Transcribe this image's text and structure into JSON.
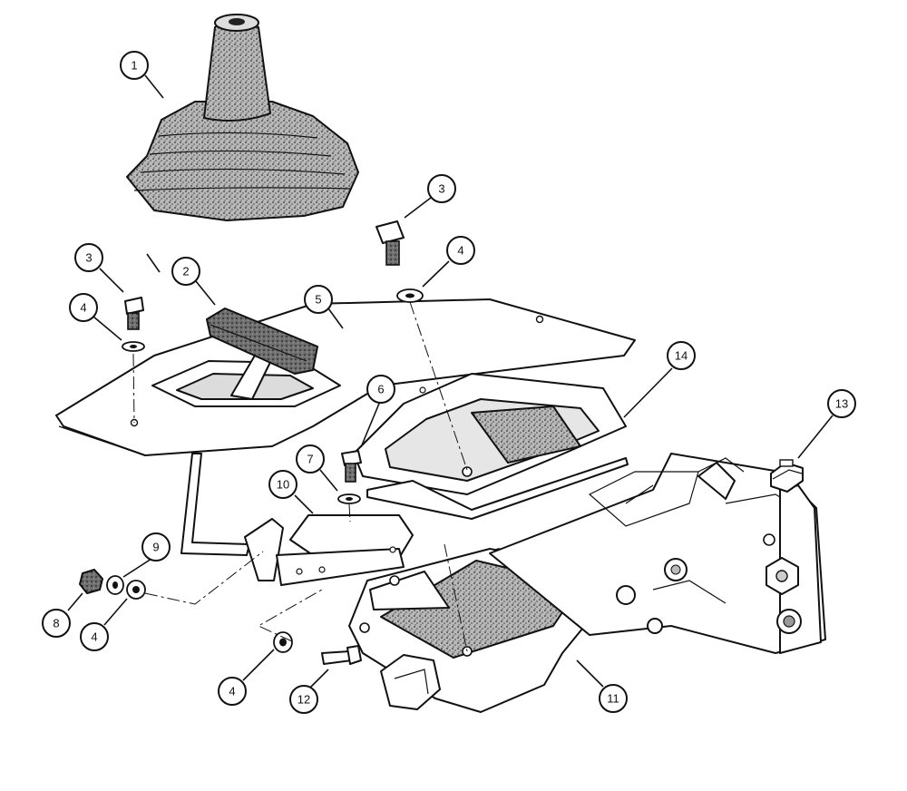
{
  "callouts": [
    {
      "id": "c1",
      "label": "1"
    },
    {
      "id": "c2",
      "label": "2"
    },
    {
      "id": "c3a",
      "label": "3"
    },
    {
      "id": "c3b",
      "label": "3"
    },
    {
      "id": "c4a",
      "label": "4"
    },
    {
      "id": "c4b",
      "label": "4"
    },
    {
      "id": "c4c",
      "label": "4"
    },
    {
      "id": "c4d",
      "label": "4"
    },
    {
      "id": "c5",
      "label": "5"
    },
    {
      "id": "c6",
      "label": "6"
    },
    {
      "id": "c7",
      "label": "7"
    },
    {
      "id": "c8",
      "label": "8"
    },
    {
      "id": "c9",
      "label": "9"
    },
    {
      "id": "c10",
      "label": "10"
    },
    {
      "id": "c11",
      "label": "11"
    },
    {
      "id": "c12",
      "label": "12"
    },
    {
      "id": "c13",
      "label": "13"
    },
    {
      "id": "c14",
      "label": "14"
    }
  ],
  "colors": {
    "ink": "#111111",
    "rubber": "#8a8a8a",
    "paper": "#ffffff"
  }
}
